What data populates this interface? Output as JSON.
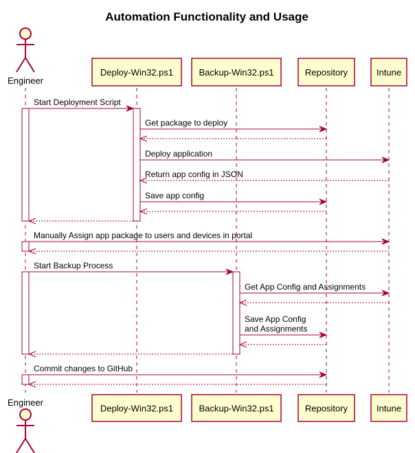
{
  "title": "Automation Functionality and Usage",
  "colors": {
    "line": "#A80036",
    "box_fill": "#FEFECE"
  },
  "participants": [
    {
      "id": "engineer",
      "label": "Engineer",
      "kind": "actor"
    },
    {
      "id": "deploy",
      "label": "Deploy-Win32.ps1",
      "kind": "participant"
    },
    {
      "id": "backup",
      "label": "Backup-Win32.ps1",
      "kind": "participant"
    },
    {
      "id": "repo",
      "label": "Repository",
      "kind": "participant"
    },
    {
      "id": "intune",
      "label": "Intune",
      "kind": "participant"
    }
  ],
  "messages": [
    {
      "from": "engineer",
      "to": "deploy",
      "text": "Start Deployment Script",
      "type": "sync"
    },
    {
      "from": "deploy",
      "to": "repo",
      "text": "Get package to deploy",
      "type": "sync"
    },
    {
      "from": "repo",
      "to": "deploy",
      "text": "",
      "type": "return"
    },
    {
      "from": "deploy",
      "to": "intune",
      "text": "Deploy application",
      "type": "sync"
    },
    {
      "from": "intune",
      "to": "deploy",
      "text": "Return app config in JSON",
      "type": "return"
    },
    {
      "from": "deploy",
      "to": "repo",
      "text": "Save app config",
      "type": "sync"
    },
    {
      "from": "repo",
      "to": "deploy",
      "text": "",
      "type": "return"
    },
    {
      "from": "deploy",
      "to": "engineer",
      "text": "",
      "type": "return"
    },
    {
      "from": "engineer",
      "to": "intune",
      "text": "Manually Assign app package to users and devices in portal",
      "type": "sync"
    },
    {
      "from": "intune",
      "to": "engineer",
      "text": "",
      "type": "return"
    },
    {
      "from": "engineer",
      "to": "backup",
      "text": "Start Backup Process",
      "type": "sync"
    },
    {
      "from": "backup",
      "to": "intune",
      "text": "Get App Config and Assignments",
      "type": "sync"
    },
    {
      "from": "intune",
      "to": "backup",
      "text": "",
      "type": "return"
    },
    {
      "from": "backup",
      "to": "repo",
      "text": "Save App Config\nand Assignments",
      "type": "sync"
    },
    {
      "from": "repo",
      "to": "backup",
      "text": "",
      "type": "return"
    },
    {
      "from": "backup",
      "to": "engineer",
      "text": "",
      "type": "return"
    },
    {
      "from": "engineer",
      "to": "repo",
      "text": "Commit changes to GitHub",
      "type": "sync"
    },
    {
      "from": "repo",
      "to": "engineer",
      "text": "",
      "type": "return"
    }
  ]
}
